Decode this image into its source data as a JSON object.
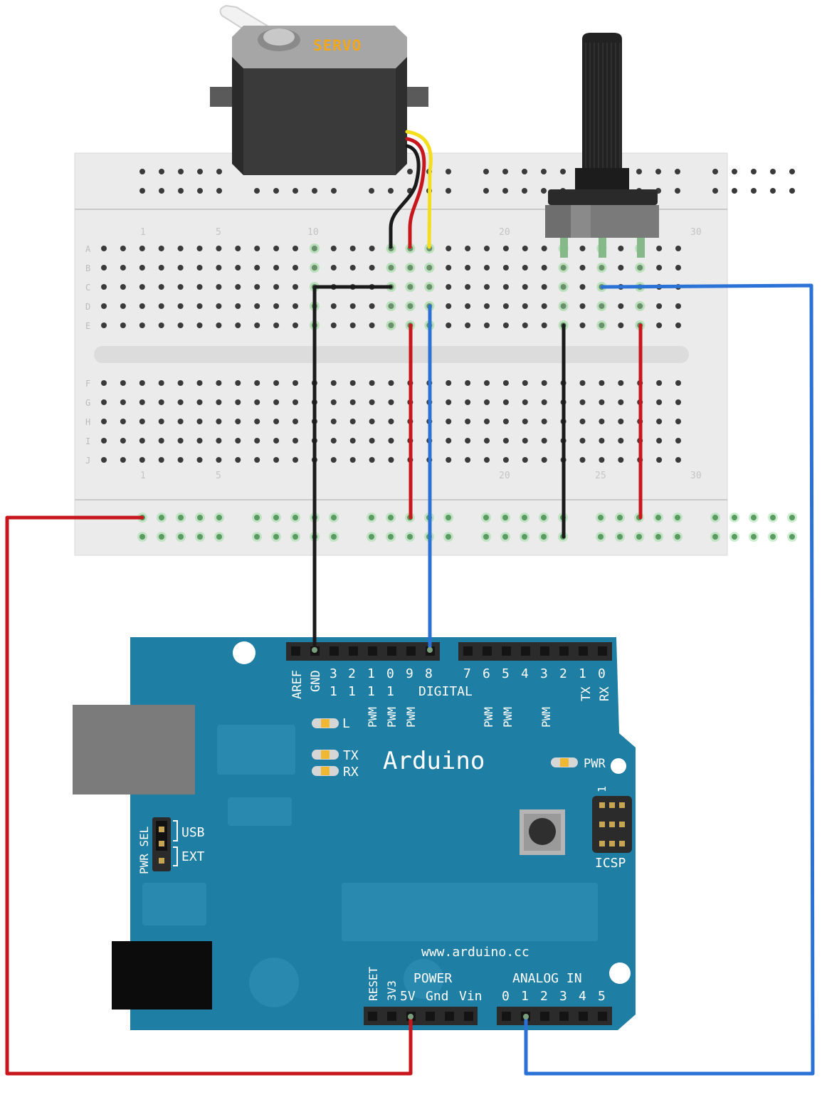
{
  "breadboard": {
    "row_letters_top": [
      "A",
      "B",
      "C",
      "D",
      "E"
    ],
    "row_letters_bottom": [
      "F",
      "G",
      "H",
      "I",
      "J"
    ],
    "column_numbers_top": [
      "1",
      "5",
      "10",
      "20",
      "30"
    ],
    "column_numbers_bottom": [
      "1",
      "5",
      "20",
      "25",
      "30"
    ]
  },
  "servo": {
    "label": "SERVO"
  },
  "arduino": {
    "brand": "Arduino",
    "website": "www.arduino.cc",
    "pins_top_left": [
      "AREF",
      "GND"
    ],
    "digital_tens": [
      "1",
      "1",
      "1",
      "1"
    ],
    "digital_ones_left": [
      "3",
      "2",
      "1",
      "0",
      "9",
      "8"
    ],
    "digital_ones_right": [
      "7",
      "6",
      "5",
      "4",
      "3",
      "2",
      "1",
      "0"
    ],
    "digital_label": "DIGITAL",
    "tx_pin": "TX",
    "rx_pin": "RX",
    "pwm": "PWM",
    "led_l": "L",
    "led_tx": "TX",
    "led_rx": "RX",
    "pwr": "PWR",
    "icsp": "ICSP",
    "icsp_pin1": "1",
    "pwr_sel": "PWR SEL",
    "usb": "USB",
    "ext": "EXT",
    "reset": "RESET",
    "v33": "3V3",
    "power_header": "POWER",
    "v5": "5V",
    "gnd": "Gnd",
    "vin": "Vin",
    "analog_in": "ANALOG IN",
    "analog_pins": [
      "0",
      "1",
      "2",
      "3",
      "4",
      "5"
    ]
  },
  "colors": {
    "wire_red": "#c8161d",
    "wire_black": "#1a1a1a",
    "wire_blue": "#2a72d6",
    "wire_yellow": "#f4dd1c",
    "board_blue": "#1f7ea3",
    "breadboard": "#ebebeb",
    "servo_label": "#f2a619",
    "led_amber": "#f0b732"
  }
}
